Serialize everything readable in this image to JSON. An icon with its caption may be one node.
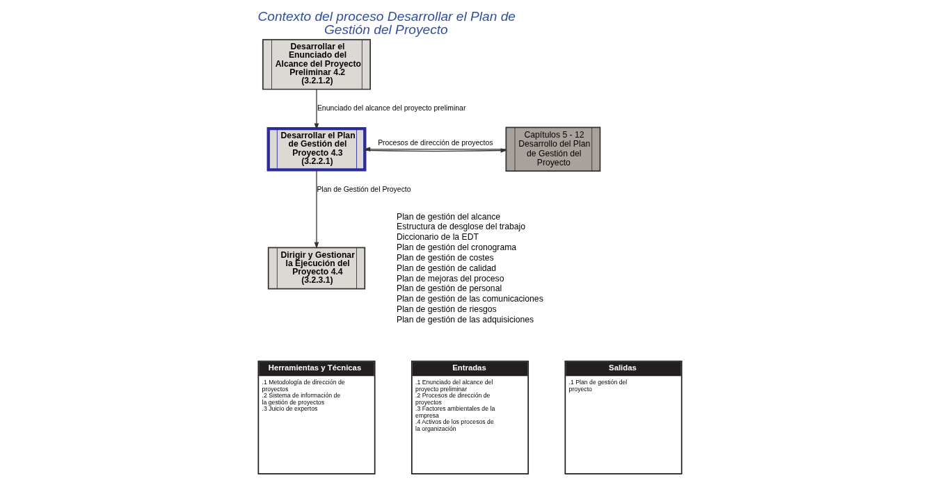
{
  "diagram": {
    "title": "Contexto del proceso Desarrollar el Plan de Gestión del Proyecto",
    "nodes": [
      {
        "text": [
          "Desarrollar el Enunciado del Alcance del Proyecto Preliminar 4.2 (3.2.1.2)"
        ]
      },
      {
        "text": [
          "Desarrollar el Plan de Gestión del Proyecto 4.3 (3.2.2.1)"
        ]
      },
      {
        "text": [
          "Capítulos 5 - 12 Desarrollo del Plan de Gestión del Proyecto"
        ]
      },
      {
        "text": [
          "Dirigir y Gestionar la Ejecución del Proyecto 4.4 (3.2.3.1)"
        ]
      },
      {
        "text": [
          "Entradas",
          ".1 Enunciado del alcance del proyecto preliminar",
          ".2 Procesos de dirección de proyectos",
          ".3 Factores ambientales de la empresa",
          ".4 Activos de los procesos de la organización"
        ]
      },
      {
        "text": [
          "Herramientas y Técnicas",
          ".1 Metodología de dirección de proyectos",
          ".2 Sistema de información de la gestión de proyectos",
          ".3 Juicio de expertos"
        ]
      },
      {
        "text": [
          "Salidas",
          ".1 Plan de gestión del proyecto"
        ]
      }
    ],
    "edges": [
      {
        "from": 0,
        "to": 1,
        "arrow": "to",
        "label": "Enunciado del alcance del proyecto preliminar"
      },
      {
        "from": 2,
        "to": 1,
        "arrow": "to",
        "label": "Procesos de dirección de proyectos"
      },
      {
        "from": 1,
        "to": 2,
        "arrow": "to"
      },
      {
        "from": 1,
        "to": 3,
        "arrow": "to",
        "label": "Plan de Gestión del Proyecto"
      }
    ],
    "labels": [
      "Plan de gestión del alcance",
      "Estructura de desglose del trabajo",
      "Diccionario de la EDT",
      "Plan de gestión del cronograma",
      "Plan de gestión de costes",
      "Plan de gestión de calidad",
      "Plan de mejoras del proceso",
      "Plan de gestión de personal",
      "Plan de gestión de las comunicaciones",
      "Plan de gestión de riesgos",
      "Plan de gestión de las adquisiciones"
    ]
  }
}
